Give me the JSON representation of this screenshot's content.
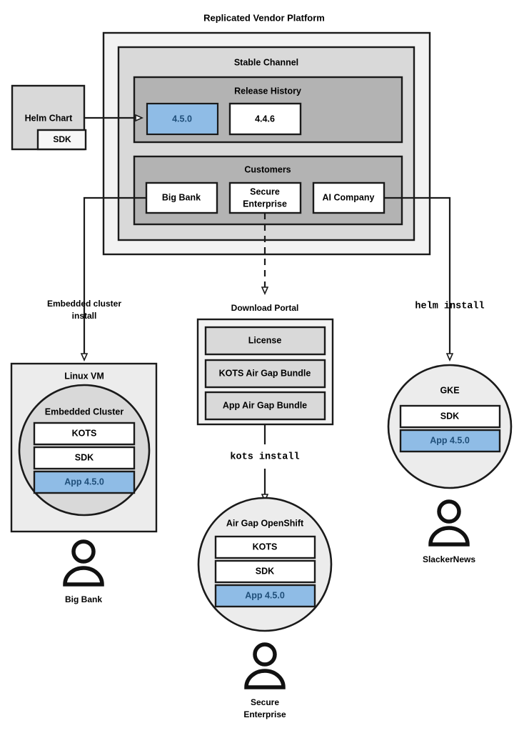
{
  "diagram": {
    "title": "Replicated Vendor Platform",
    "colors": {
      "outer_panel": "#f2f2f2",
      "channel_panel": "#d9d9d9",
      "inner_panel": "#b3b3b3",
      "box_gray": "#d9d9d9",
      "box_white": "#ffffff",
      "accent_blue_fill": "#8fbce6",
      "accent_blue_stroke": "#3d85c6",
      "accent_blue_text": "#1f4e79",
      "stroke": "#1a1a1a",
      "cluster_light": "#ececec"
    }
  },
  "platform": {
    "title": "Replicated Vendor Platform",
    "channel": {
      "title": "Stable Channel",
      "release_history": {
        "title": "Release History",
        "releases": [
          {
            "version": "4.5.0",
            "current": true
          },
          {
            "version": "4.4.6",
            "current": false
          }
        ]
      },
      "customers": {
        "title": "Customers",
        "items": [
          {
            "name": "Big Bank"
          },
          {
            "name": "Secure\nEnterprise",
            "line1": "Secure",
            "line2": "Enterprise"
          },
          {
            "name": "AI Company"
          }
        ]
      }
    }
  },
  "helm_chart": {
    "title": "Helm Chart",
    "sdk_label": "SDK"
  },
  "edge_labels": {
    "embedded_cluster_install_line1": "Embedded cluster",
    "embedded_cluster_install_line2": "install",
    "download_portal": "Download Portal",
    "kots_install": "kots install",
    "helm_install": "helm install"
  },
  "download_portal": {
    "title": "Download Portal",
    "artifacts": [
      {
        "label": "License"
      },
      {
        "label": "KOTS Air Gap Bundle"
      },
      {
        "label": "App Air Gap Bundle"
      }
    ]
  },
  "targets": [
    {
      "id": "linux-vm",
      "host": "Linux VM",
      "cluster": "Embedded Cluster",
      "components": [
        {
          "label": "KOTS",
          "accent": false
        },
        {
          "label": "SDK",
          "accent": false
        },
        {
          "label": "App 4.5.0",
          "accent": true
        }
      ],
      "customer": "Big Bank"
    },
    {
      "id": "air-gap-openshift",
      "host": "Air Gap OpenShift",
      "components": [
        {
          "label": "KOTS",
          "accent": false
        },
        {
          "label": "SDK",
          "accent": false
        },
        {
          "label": "App 4.5.0",
          "accent": true
        }
      ],
      "customer_line1": "Secure",
      "customer_line2": "Enterprise"
    },
    {
      "id": "gke",
      "host": "GKE",
      "components": [
        {
          "label": "SDK",
          "accent": false
        },
        {
          "label": "App 4.5.0",
          "accent": true
        }
      ],
      "customer": "SlackerNews"
    }
  ]
}
